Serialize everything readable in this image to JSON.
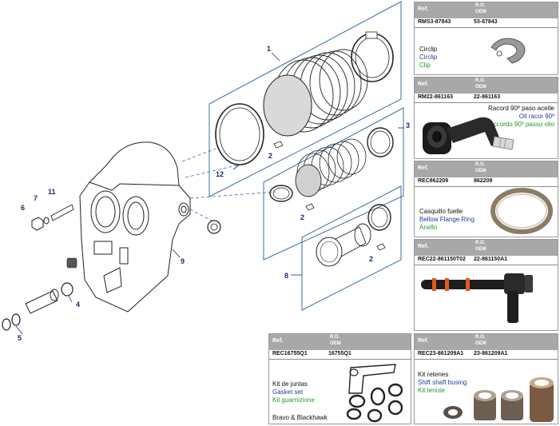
{
  "diagram": {
    "callouts": [
      "1",
      "2",
      "2",
      "2",
      "3",
      "4",
      "5",
      "6",
      "7",
      "8",
      "9",
      "11",
      "12"
    ]
  },
  "cards": [
    {
      "ref_label": "Ref.",
      "ro_label": "R.O.",
      "oem_label": "OEM",
      "ref_code": "RMS3-87843",
      "oem_code": "53-87843",
      "es": "Circlip",
      "en": "Circlip",
      "it": "Clip"
    },
    {
      "ref_label": "Ref.",
      "ro_label": "R.O.",
      "oem_label": "OEM",
      "ref_code": "RM22-861163",
      "oem_code": "22-861163",
      "es": "Racord 90º paso aceite",
      "en": "Oil racor 90º",
      "it": "Raccordo 90º passo olio"
    },
    {
      "ref_label": "Ref.",
      "ro_label": "R.O.",
      "oem_label": "OEM",
      "ref_code": "REC862209",
      "oem_code": "862209",
      "es": "Casquillo fuelle",
      "en": "Bellow Flange Ring",
      "it": "Anello"
    },
    {
      "ref_label": "Ref.",
      "ro_label": "R.O.",
      "oem_label": "OEM",
      "ref_code": "REC22-861150T02",
      "oem_code": "22-861150A1"
    },
    {
      "ref_label": "Ref.",
      "ro_label": "R.O.",
      "oem_label": "OEM",
      "ref_code": "REC16755Q1",
      "oem_code": "16755Q1",
      "es": "Kit de juntas",
      "en": "Gasket set",
      "it": "Kit guarnizione",
      "note": "Bravo & Blackhawk"
    },
    {
      "ref_label": "Ref.",
      "ro_label": "R.O.",
      "oem_label": "OEM",
      "ref_code": "REC23-861209A1",
      "oem_code": "23-861209A1",
      "es": "Kit retenes",
      "en": "Shift shaft busing",
      "it": "Kit tenute"
    }
  ]
}
